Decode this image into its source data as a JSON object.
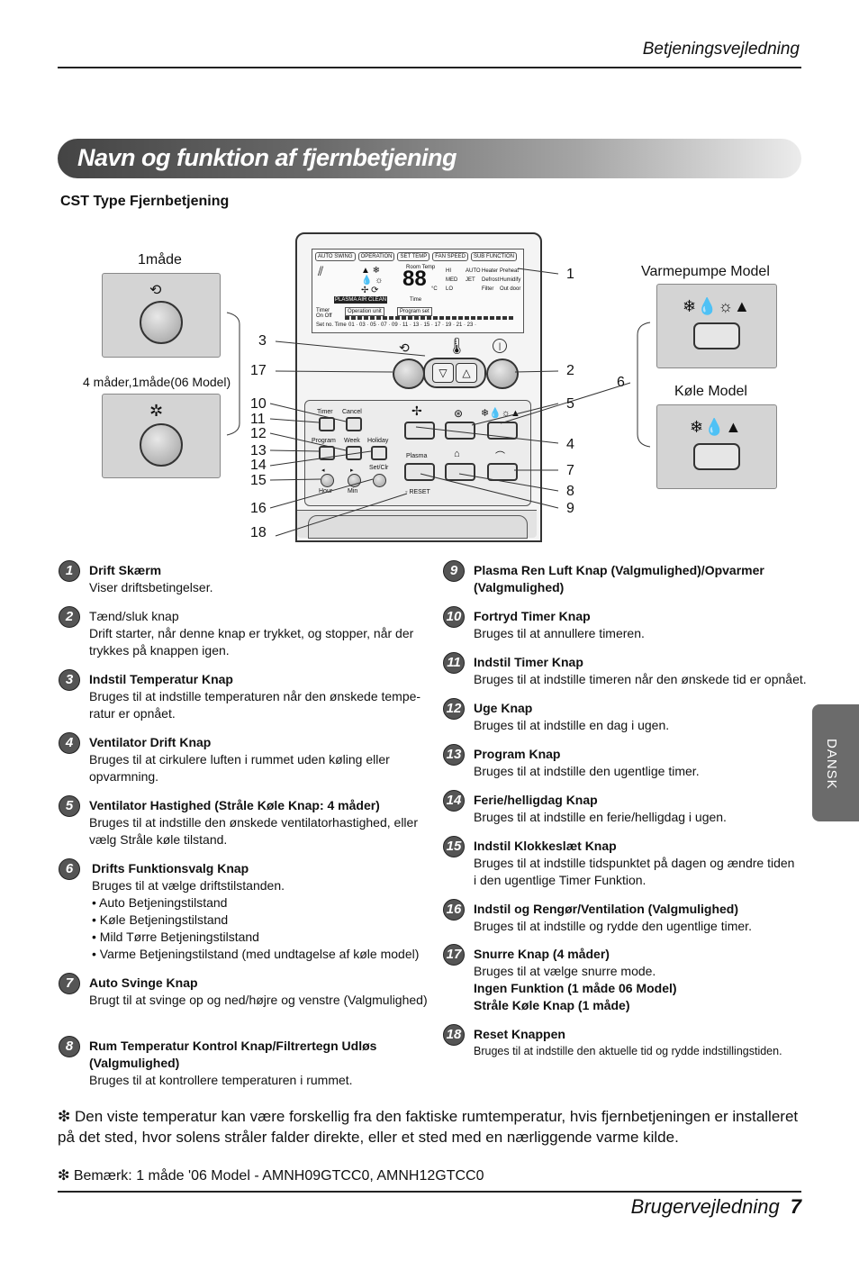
{
  "header": {
    "title": "Betjeningsvejledning"
  },
  "banner": {
    "title": "Navn og funktion af fjernbetjening"
  },
  "subtitle": "CST Type Fjernbetjening",
  "figure": {
    "mode1_label": "1måde",
    "mode4_label": "4 måder,1måde(06 Model)",
    "heatpump_label": "Varmepumpe Model",
    "cool_label": "Køle Model",
    "lcd": {
      "tabs": [
        "AUTO SWING",
        "OPERATION",
        "SET TEMP",
        "FAN SPEED",
        "SUB FUNCTION"
      ],
      "room_temp": "Room Temp",
      "digits": "88",
      "unit": "°C",
      "time": "Time",
      "fan_hi": "HI",
      "fan_med": "MED",
      "fan_lo": "LO",
      "auto": "AUTO",
      "jet": "JET",
      "sub1": "Heater",
      "sub2": "Preheat",
      "sub3": "Defrost",
      "sub4": "Humidify",
      "sub5": "Filter",
      "sub6": "Out door",
      "plasma": "PLASMA AIR CLEAN",
      "timer": "Timer",
      "onoff": "On  Off",
      "op_unit": "Operation unit",
      "prog_set": "Program set",
      "setno": "Set no.  Time",
      "hours": "01 · 03 · 05 · 07 · 09 · 11 · 13 · 15 · 17 · 19 · 21 · 23 ·"
    },
    "panel": {
      "timer": "Timer",
      "cancel": "Cancel",
      "program": "Program",
      "week": "Week",
      "holiday": "Holiday",
      "setclr": "Set/Clr",
      "hour": "Hour",
      "min": "Min",
      "plasma": "Plasma",
      "reset": "RESET"
    },
    "callouts_left": [
      "3",
      "17",
      "10",
      "11",
      "12",
      "13",
      "14",
      "15",
      "16",
      "18"
    ],
    "callouts_right": [
      "1",
      "2",
      "5",
      "4",
      "7",
      "8",
      "9"
    ],
    "callout_6": "6"
  },
  "items_left": [
    {
      "n": "1",
      "title": "Drift Skærm",
      "desc": "Viser driftsbetingelser."
    },
    {
      "n": "2",
      "title": "Tænd/sluk knap",
      "desc": "Drift starter, når denne knap er trykket, og stopper, når der trykkes på knappen igen."
    },
    {
      "n": "3",
      "title": "Indstil Temperatur Knap",
      "desc": "Bruges til at indstille temperaturen når den ønskede tempe-ratur er opnået."
    },
    {
      "n": "4",
      "title": "Ventilator Drift Knap",
      "desc": "Bruges til at cirkulere luften i rummet uden køling eller opvarmning."
    },
    {
      "n": "5",
      "title": "Ventilator Hastighed (Stråle Køle Knap: 4 måder)",
      "desc": "Bruges til at indstille den ønskede ventilatorhastighed, eller vælg Stråle køle tilstand."
    },
    {
      "n": "6",
      "title": "Drifts Funktionsvalg Knap",
      "desc": "Bruges til at vælge driftstilstanden.",
      "bullets": [
        "• Auto Betjeningstilstand",
        "• Køle Betjeningstilstand",
        "• Mild Tørre Betjeningstilstand",
        "• Varme Betjeningstilstand (med undtagelse af køle model)"
      ]
    },
    {
      "n": "7",
      "title": "Auto Svinge Knap",
      "desc": "Brugt til at svinge op og ned/højre og venstre (Valgmulighed)"
    },
    {
      "n": "8",
      "title": "Rum Temperatur Kontrol Knap/Filtrertegn Udløs (Valgmulighed)",
      "desc": "Bruges til at kontrollere temperaturen i rummet."
    }
  ],
  "items_right": [
    {
      "n": "9",
      "title": "Plasma Ren Luft Knap (Valgmulighed)/Opvarmer (Valgmulighed)",
      "desc": ""
    },
    {
      "n": "10",
      "title": "Fortryd Timer Knap",
      "desc": "Bruges til at annullere timeren."
    },
    {
      "n": "11",
      "title": "Indstil Timer Knap",
      "desc": "Bruges til at indstille timeren når den ønskede tid er opnået."
    },
    {
      "n": "12",
      "title": "Uge Knap",
      "desc": "Bruges til at indstille en dag i ugen."
    },
    {
      "n": "13",
      "title": "Program Knap",
      "desc": "Bruges til at indstille den ugentlige timer."
    },
    {
      "n": "14",
      "title": "Ferie/helligdag Knap",
      "desc": "Bruges til at indstille en ferie/helligdag i ugen."
    },
    {
      "n": "15",
      "title": "Indstil Klokkeslæt Knap",
      "desc": "Bruges til at indstille tidspunktet på dagen og ændre tiden i den ugentlige Timer Funktion."
    },
    {
      "n": "16",
      "title": "Indstil og Rengør/Ventilation (Valgmulighed)",
      "desc": "Bruges til at indstille og rydde den ugentlige timer."
    },
    {
      "n": "17",
      "title": "Snurre Knap (4 måder)",
      "desc": "Bruges til at vælge snurre mode.",
      "extra1": "Ingen Funktion (1 måde 06 Model)",
      "extra2": "Stråle Køle Knap (1 måde)"
    },
    {
      "n": "18",
      "title": "Reset Knappen",
      "desc": "Bruges til at indstille den aktuelle tid og rydde indstillingstiden."
    }
  ],
  "notes": {
    "note1": "❇ Den viste temperatur kan være forskellig fra den faktiske rumtemperatur, hvis fjernbetjeningen er installeret på det sted, hvor solens stråler falder direkte, eller et sted med en nærliggende varme kilde.",
    "note2": "❇ Bemærk: 1 måde '06 Model - AMNH09GTCC0, AMNH12GTCC0"
  },
  "side_tab": "DANSK",
  "footer": {
    "title": "Brugervejledning",
    "page": "7"
  }
}
